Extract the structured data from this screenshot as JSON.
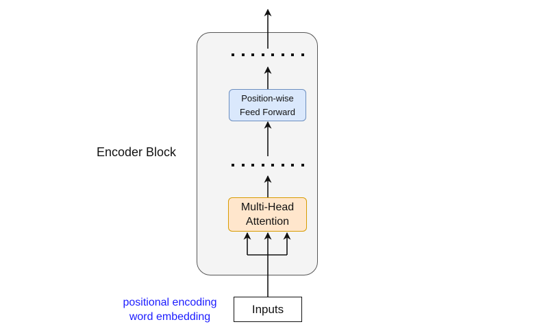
{
  "diagram": {
    "block_title": "Encoder Block",
    "ffn": {
      "line1": "Position-wise",
      "line2": "Feed Forward"
    },
    "attention": {
      "line1": "Multi-Head",
      "line2": "Attention"
    },
    "inputs_label": "Inputs",
    "embeddings": {
      "line1": "positional encoding",
      "line2": "word embedding"
    },
    "colors": {
      "frame_fill": "#f4f4f4",
      "ffn_fill": "#dae8fc",
      "ffn_border": "#6c8ebf",
      "attention_fill": "#ffe6cc",
      "attention_border": "#d79b00",
      "embedding_text": "#1a1aff"
    }
  }
}
